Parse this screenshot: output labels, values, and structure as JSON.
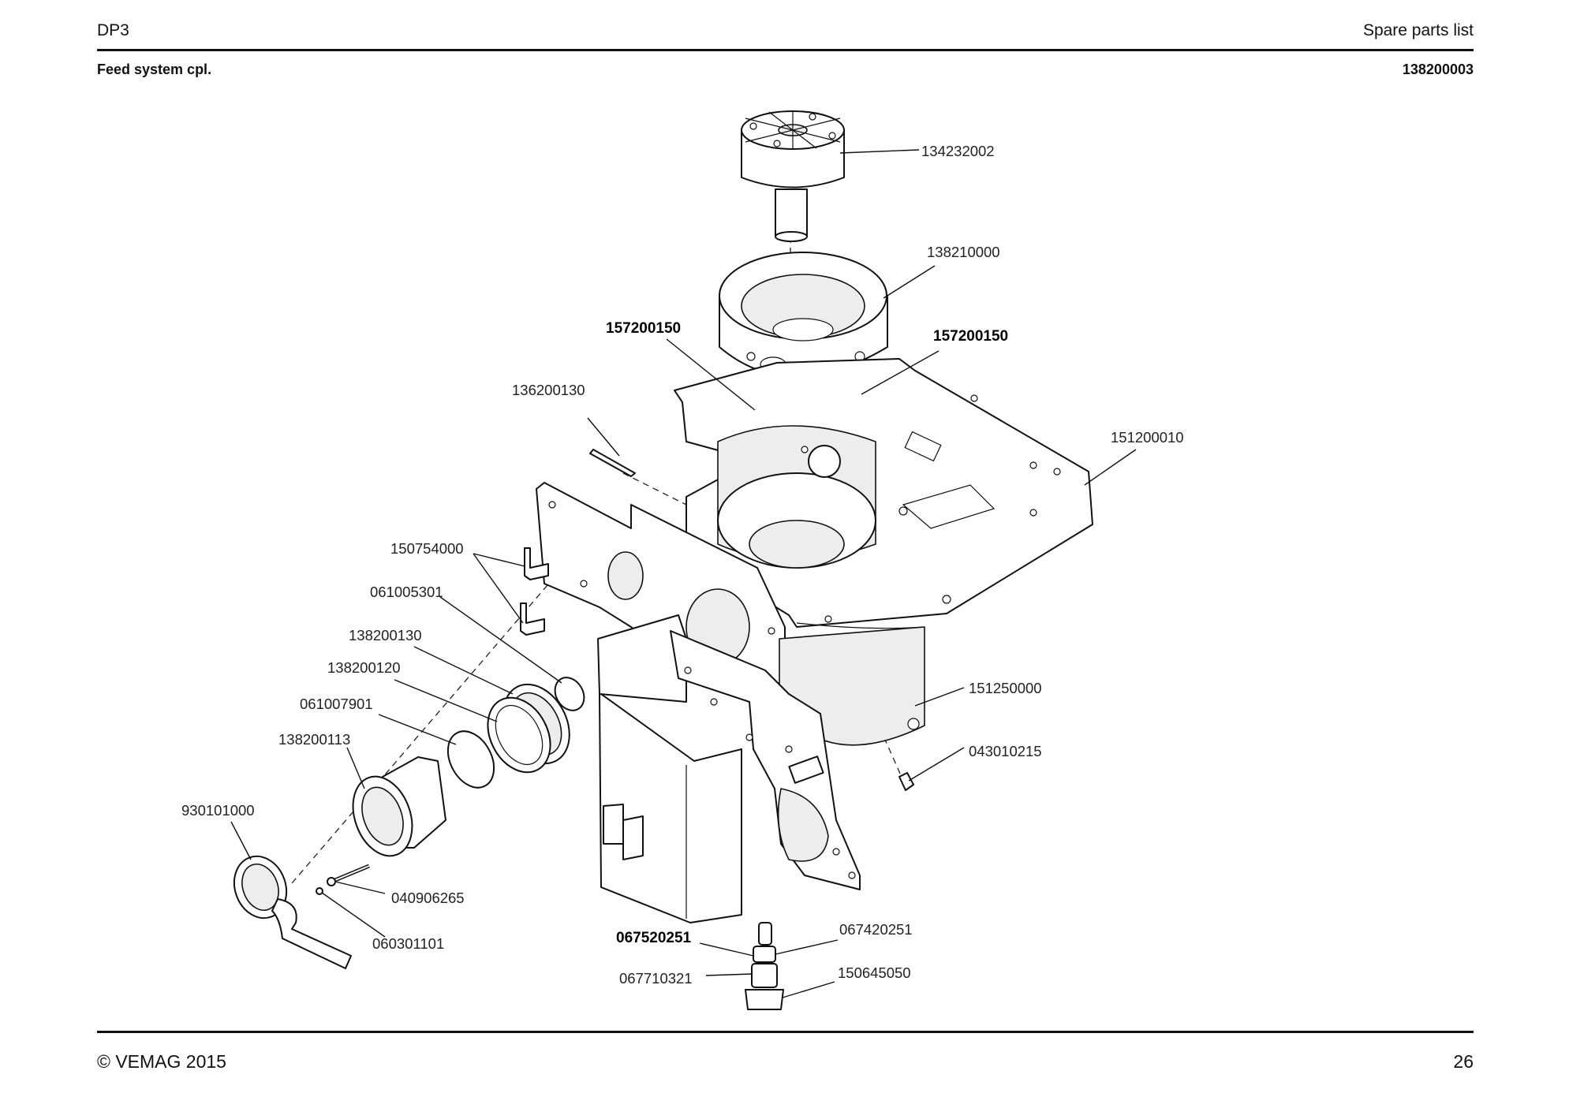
{
  "header": {
    "left": "DP3",
    "right": "Spare parts list"
  },
  "subheader": {
    "title": "Feed system cpl.",
    "number": "138200003"
  },
  "footer": {
    "copyright": "© VEMAG 2015",
    "page": "26"
  },
  "parts": [
    {
      "number": "134232002",
      "bold": false
    },
    {
      "number": "138210000",
      "bold": false
    },
    {
      "number": "157200150",
      "bold": true
    },
    {
      "number": "157200150",
      "bold": true
    },
    {
      "number": "136200130",
      "bold": false
    },
    {
      "number": "151200010",
      "bold": false
    },
    {
      "number": "150754000",
      "bold": false
    },
    {
      "number": "061005301",
      "bold": false
    },
    {
      "number": "138200130",
      "bold": false
    },
    {
      "number": "138200120",
      "bold": false
    },
    {
      "number": "061007901",
      "bold": false
    },
    {
      "number": "138200113",
      "bold": false
    },
    {
      "number": "930101000",
      "bold": false
    },
    {
      "number": "040906265",
      "bold": false
    },
    {
      "number": "060301101",
      "bold": false
    },
    {
      "number": "151250000",
      "bold": false
    },
    {
      "number": "043010215",
      "bold": false
    },
    {
      "number": "067520251",
      "bold": true
    },
    {
      "number": "067420251",
      "bold": false
    },
    {
      "number": "067710321",
      "bold": false
    },
    {
      "number": "150645050",
      "bold": false
    }
  ]
}
